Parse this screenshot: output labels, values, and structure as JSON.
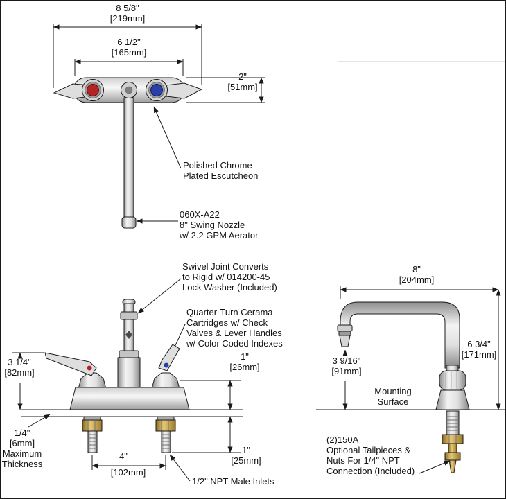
{
  "colors": {
    "hot": "#b32424",
    "cold": "#2a3fa8",
    "brass": "#c9a23f",
    "line": "#1a1a1a"
  },
  "top_view": {
    "dim_overall": {
      "in": "8 5/8\"",
      "mm": "[219mm]"
    },
    "dim_handle_span": {
      "in": "6 1/2\"",
      "mm": "[165mm]"
    },
    "dim_depth": {
      "in": "2\"",
      "mm": "[51mm]"
    },
    "escutcheon_label": {
      "lines": [
        "Polished Chrome",
        "Plated Escutcheon"
      ]
    }
  },
  "callouts": {
    "nozzle": {
      "lines": [
        "060X-A22",
        "8\" Swing Nozzle",
        "w/ 2.2 GPM Aerator"
      ]
    },
    "swivel_joint": {
      "lines": [
        "Swivel Joint Converts",
        "to Rigid w/ 014200-45",
        "Lock Washer (Included)"
      ]
    },
    "cartridges": {
      "lines": [
        "Quarter-Turn Cerama",
        "Cartridges w/ Check",
        "Valves & Lever Handles",
        "w/ Color Coded Indexes"
      ]
    },
    "inlets": {
      "label": "1/2\" NPT Male Inlets"
    },
    "tailpieces": {
      "lines": [
        "(2)150A",
        "Optional Tailpieces &",
        "Nuts For 1/4\" NPT",
        "Connection (Included)"
      ]
    }
  },
  "front_view": {
    "dim_handle_height": {
      "in": "3 1/4\"",
      "mm": "[82mm]"
    },
    "dim_base_height": {
      "in": "1\"",
      "mm": "[26mm]"
    },
    "dim_max_thickness": {
      "lines": [
        "1/4\"",
        "[6mm]",
        "Maximum",
        "Thickness"
      ]
    },
    "dim_inlet_centers": {
      "in": "4\"",
      "mm": "[102mm]"
    },
    "dim_shank_length": {
      "in": "1\"",
      "mm": "[25mm]"
    }
  },
  "side_view": {
    "dim_spout_reach": {
      "in": "8\"",
      "mm": "[204mm]"
    },
    "dim_spout_height": {
      "in": "6 3/4\"",
      "mm": "[171mm]"
    },
    "dim_outlet_height": {
      "in": "3 9/16\"",
      "mm": "[91mm]"
    },
    "mounting_surface": {
      "lines": [
        "Mounting",
        "Surface"
      ]
    }
  }
}
